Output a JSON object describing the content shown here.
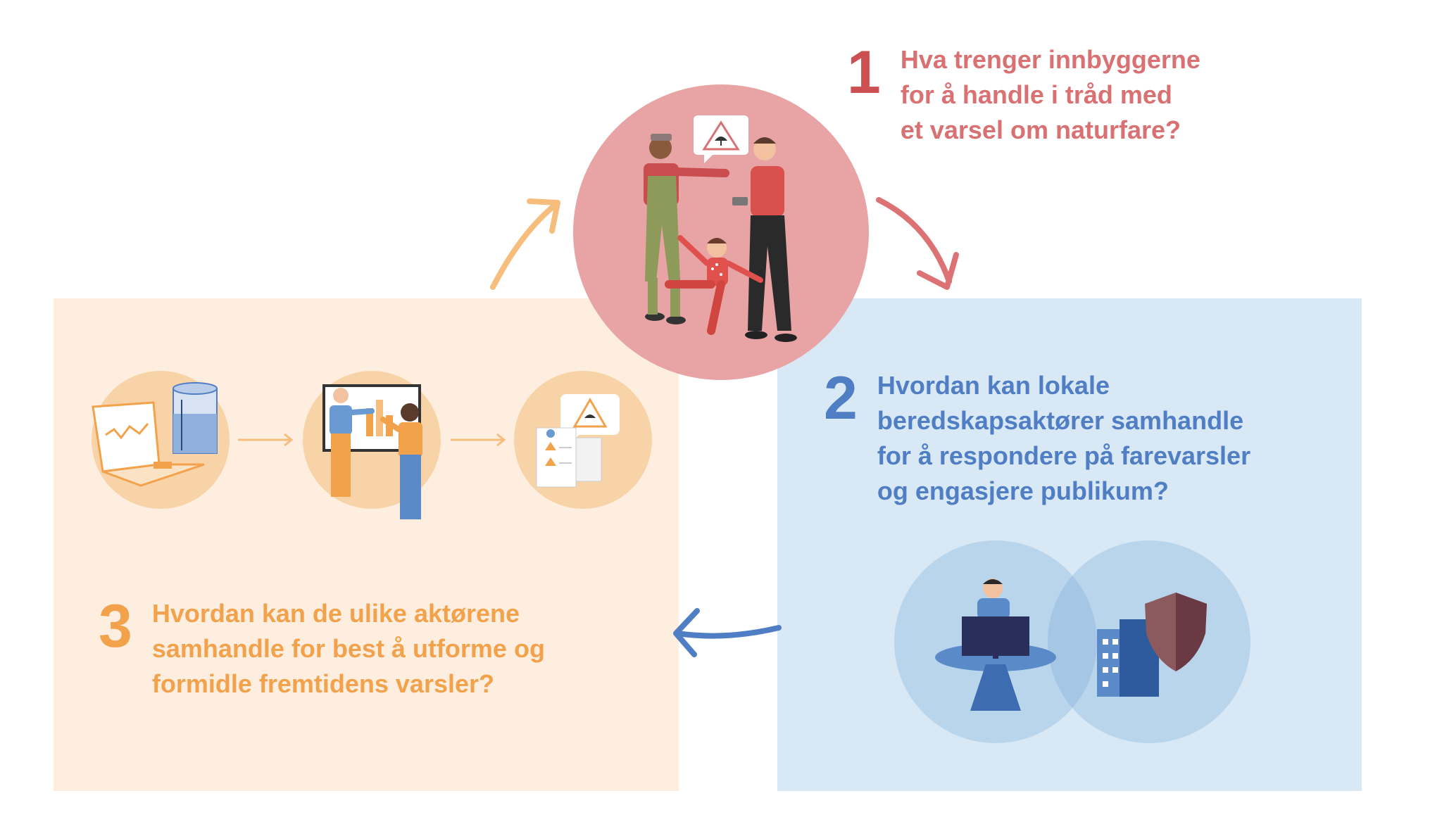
{
  "steps": [
    {
      "number": "1",
      "question": "Hva trenger innbyggerne\nfor å handle i tråd med\net varsel om naturfare?"
    },
    {
      "number": "2",
      "question": "Hvordan kan lokale\nberedskapsaktører samhandle\nfor å respondere på farevarsler\nog engasjere publikum?"
    },
    {
      "number": "3",
      "question": "Hvordan kan de ulike aktørene\nsamhandle for best å utforme og\nformidle fremtidens varsler?"
    }
  ],
  "colors": {
    "step1_red": "#cc5052",
    "step1_text": "#d97072",
    "step2_blue": "#4f7ec4",
    "step3_orange": "#f3a24c",
    "panel_orange": "#fdeee0",
    "panel_blue": "#d8e8f4",
    "circle_pink": "#e8a3a5"
  },
  "icons": [
    "warning-umbrella-icon",
    "people-group-illustration",
    "laptop-chart-icon",
    "rain-gauge-icon",
    "presentation-people-illustration",
    "warning-documents-icon",
    "person-at-computer-icon",
    "building-icon",
    "shield-icon"
  ]
}
